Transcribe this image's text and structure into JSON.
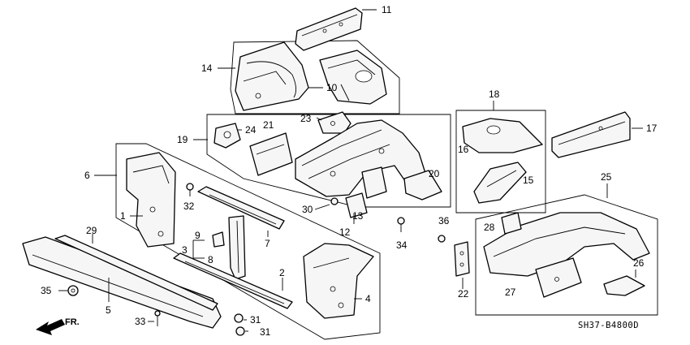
{
  "diagram_code": "SH37-B4800D",
  "direction_label": "FR.",
  "callouts": {
    "c1": "1",
    "c2": "2",
    "c3": "3",
    "c4": "4",
    "c5": "5",
    "c6": "6",
    "c7": "7",
    "c8": "8",
    "c9": "9",
    "c10": "10",
    "c11": "11",
    "c12": "12",
    "c13": "13",
    "c14": "14",
    "c15": "15",
    "c16": "16",
    "c17": "17",
    "c18": "18",
    "c19": "19",
    "c20": "20",
    "c21": "21",
    "c22": "22",
    "c23": "23",
    "c24": "24",
    "c25": "25",
    "c26": "26",
    "c27": "27",
    "c28": "28",
    "c29": "29",
    "c30": "30",
    "c31a": "31",
    "c31b": "31",
    "c32": "32",
    "c33": "33",
    "c34": "34",
    "c35": "35",
    "c36": "36"
  }
}
